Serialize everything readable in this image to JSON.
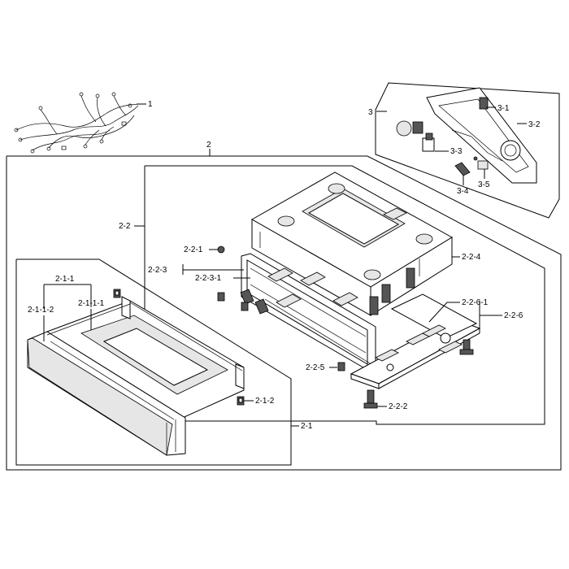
{
  "labels": {
    "l1": "1",
    "l2": "2",
    "l2_1": "2-1",
    "l2_1_1": "2-1-1",
    "l2_1_1_1": "2-1-1-1",
    "l2_1_1_2": "2-1-1-2",
    "l2_1_2": "2-1-2",
    "l2_2": "2-2",
    "l2_2_1": "2-2-1",
    "l2_2_2": "2-2-2",
    "l2_2_3": "2-2-3",
    "l2_2_3_1": "2-2-3-1",
    "l2_2_4": "2-2-4",
    "l2_2_5": "2-2-5",
    "l2_2_6": "2-2-6",
    "l2_2_6_1": "2-2-6-1",
    "l3": "3",
    "l3_1": "3-1",
    "l3_2": "3-2",
    "l3_3": "3-3",
    "l3_4": "3-4",
    "l3_5": "3-5"
  }
}
